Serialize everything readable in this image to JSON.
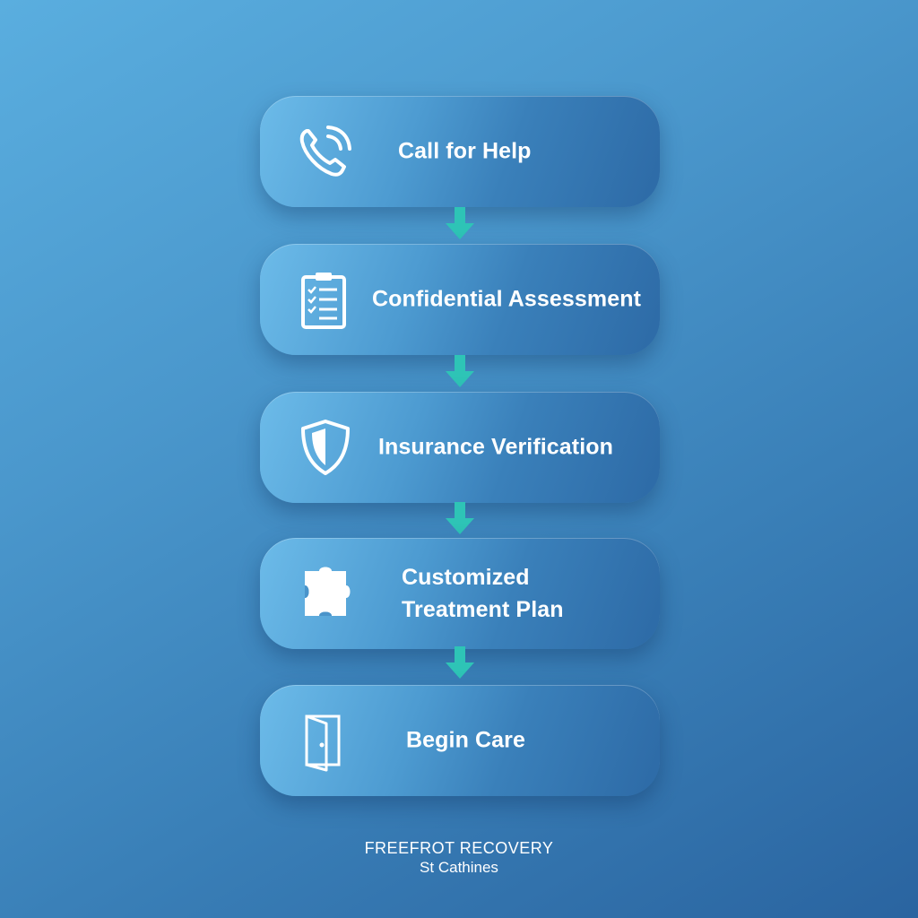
{
  "steps": [
    {
      "label": "Call for Help",
      "icon": "phone-icon"
    },
    {
      "label": "Confidential Assessment",
      "icon": "clipboard-checklist-icon"
    },
    {
      "label": "Insurance Verification",
      "icon": "shield-icon"
    },
    {
      "label_line1": "Customized",
      "label_line2": "Treatment Plan",
      "icon": "puzzle-piece-icon"
    },
    {
      "label": "Begin Care",
      "icon": "open-door-icon"
    }
  ],
  "arrows": {
    "icon": "arrow-down-icon",
    "color": "#2ec4b6"
  },
  "footer": {
    "brand": "FREEFROT RECOVERY",
    "location": "St Cathines"
  },
  "colors": {
    "background_top": "#5aaedf",
    "background_bottom": "#2a64a0",
    "step_light": "#6cbbe9",
    "step_dark": "#2d6aa6",
    "arrow": "#2ec4b6",
    "text": "#ffffff"
  }
}
